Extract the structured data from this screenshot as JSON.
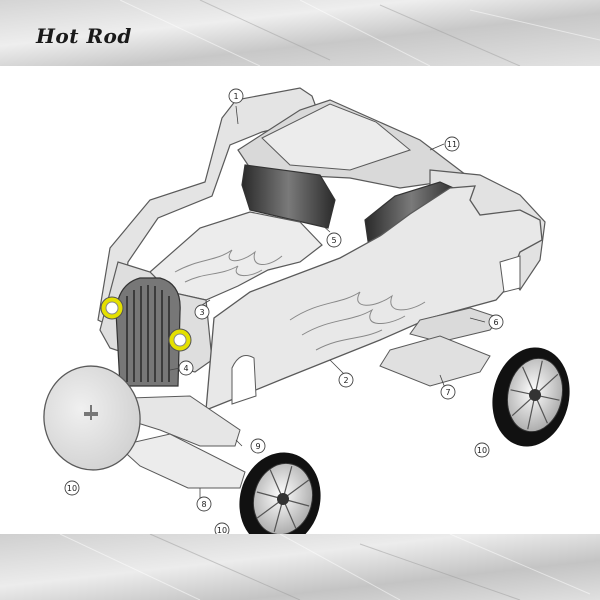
{
  "header": {
    "title": "Hot Rod"
  },
  "part_labels": [
    "1",
    "2",
    "3",
    "4",
    "5",
    "6",
    "7",
    "8",
    "9",
    "10",
    "10",
    "10",
    "11"
  ],
  "colors": {
    "panel_light": "#e6e6e6",
    "panel_mid": "#d2d2d2",
    "panel_dark": "#9a9a9a",
    "outline": "#5a5a5a",
    "headlight": "#e4e000",
    "window": "#3a3a3a",
    "tire": "#111111"
  }
}
